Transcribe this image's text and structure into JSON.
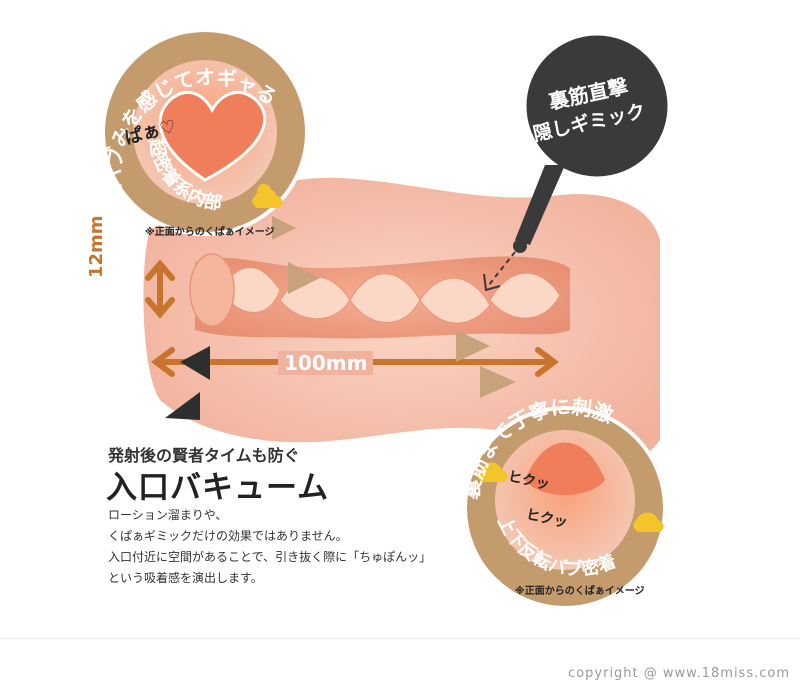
{
  "product": {
    "size_length": "100mm",
    "size_height": "12mm"
  },
  "badge_top_left": {
    "ring_text": "パブみを感じてオギャる",
    "ring_text_lower": "超密着系内部",
    "inner_label": "ぱぁ♡",
    "caption": "※正面からのくぱぁイメージ"
  },
  "badge_top_right": {
    "line1": "裏筋直撃",
    "line2": "隠しギミック"
  },
  "badge_bottom_right": {
    "ring_text": "裏筋まで丁寧に刺激",
    "ring_text_lower": "上下反転パブ密着",
    "inner_label_1": "ヒクッ",
    "inner_label_2": "ヒクッ",
    "caption": "※正面からのくぱぁイメージ"
  },
  "feature": {
    "subtitle": "発射後の賢者タイムも防ぐ",
    "title": "入口バキューム",
    "lines": [
      "ローション溜まりや、",
      "くぱぁギミックだけの効果ではありません。",
      "入口付近に空間があることで、引き抜く際に「ちゅぽんッ」",
      "という吸着感を演出します。"
    ]
  },
  "footer": {
    "copyright": "copyright @ www.18miss.com"
  },
  "colors": {
    "skin": "#f6c1ad",
    "skin_dark": "#e89a80",
    "badge_ring": "#c49b6c",
    "dim_arrow": "#c8742c",
    "dark_badge": "#3a3a3a"
  }
}
